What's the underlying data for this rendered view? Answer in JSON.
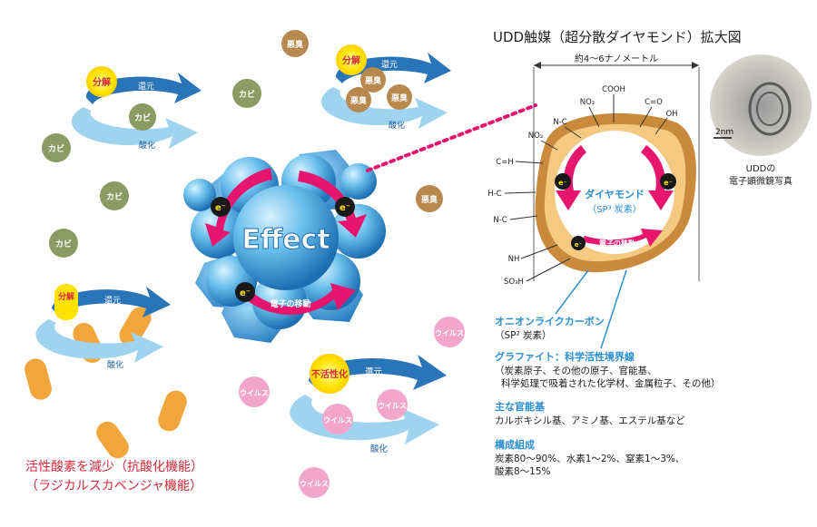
{
  "detail": {
    "title": "UDD触媒（超分散ダイヤモンド）拡大図",
    "size_label": "約4〜6ナノメートル",
    "core_label": "ダイヤモンド",
    "core_sub": "（SP³ 炭素）",
    "electron_move": "電子の移動",
    "groups": [
      "COOH",
      "NO₂",
      "C=O",
      "N-C",
      "OH",
      "NO₂",
      "C=H",
      "H-C",
      "N-C",
      "NH",
      "SO₃H"
    ],
    "photo_scale": "2nm",
    "photo_caption_1": "UDDの",
    "photo_caption_2": "電子顕微鏡写真"
  },
  "notes": {
    "onion_title": "オニオンライクカーボン",
    "onion_sub": "（SP² 炭素）",
    "graphite_title": "グラファイト：科学活性境界線",
    "graphite_line1": "（炭素原子、その他の原子、官能基、",
    "graphite_line2": "科学処理で吸着された化学材、金属粒子、その他）",
    "functional_title": "主な官能基",
    "functional_text": "カルボキシル基、アミノ基、エステル基など",
    "composition_title": "構成組成",
    "composition_line1": "炭素80〜90%、水素1〜2%、窒素1〜3%、",
    "composition_line2": "酸素8〜15%"
  },
  "center": {
    "effect_label": "Effect",
    "electron_move": "電子の移動",
    "e_symbol": "e⁻"
  },
  "cycles": {
    "top_left": {
      "action": "分解",
      "reduce": "還元",
      "oxidize": "酸化",
      "microbe": "カビ"
    },
    "top_right": {
      "action": "分解",
      "reduce": "還元",
      "oxidize": "酸化",
      "microbe": "悪臭"
    },
    "bottom_left": {
      "action": "分解",
      "reduce": "還元",
      "oxidize": "酸化"
    },
    "bottom_right": {
      "action": "不活性化",
      "reduce": "還元",
      "oxidize": "酸化",
      "microbe": "ウイルス"
    }
  },
  "microbes": {
    "mold": "カビ",
    "odor": "悪臭",
    "virus": "ウイルス"
  },
  "footer": {
    "line1": "活性酸素を減少（抗酸化機能）",
    "line2": "（ラジカルスカベンジャ機能）"
  },
  "colors": {
    "cycle_dark": "#2a74b8",
    "cycle_light": "#9fd3f0",
    "magenta": "#e6166f",
    "mold": "#8c9b63",
    "odor": "#b8894f",
    "virus": "#f2a6cc",
    "bacteria": "#f0a63a",
    "onion_shell": "#c98a3b"
  }
}
